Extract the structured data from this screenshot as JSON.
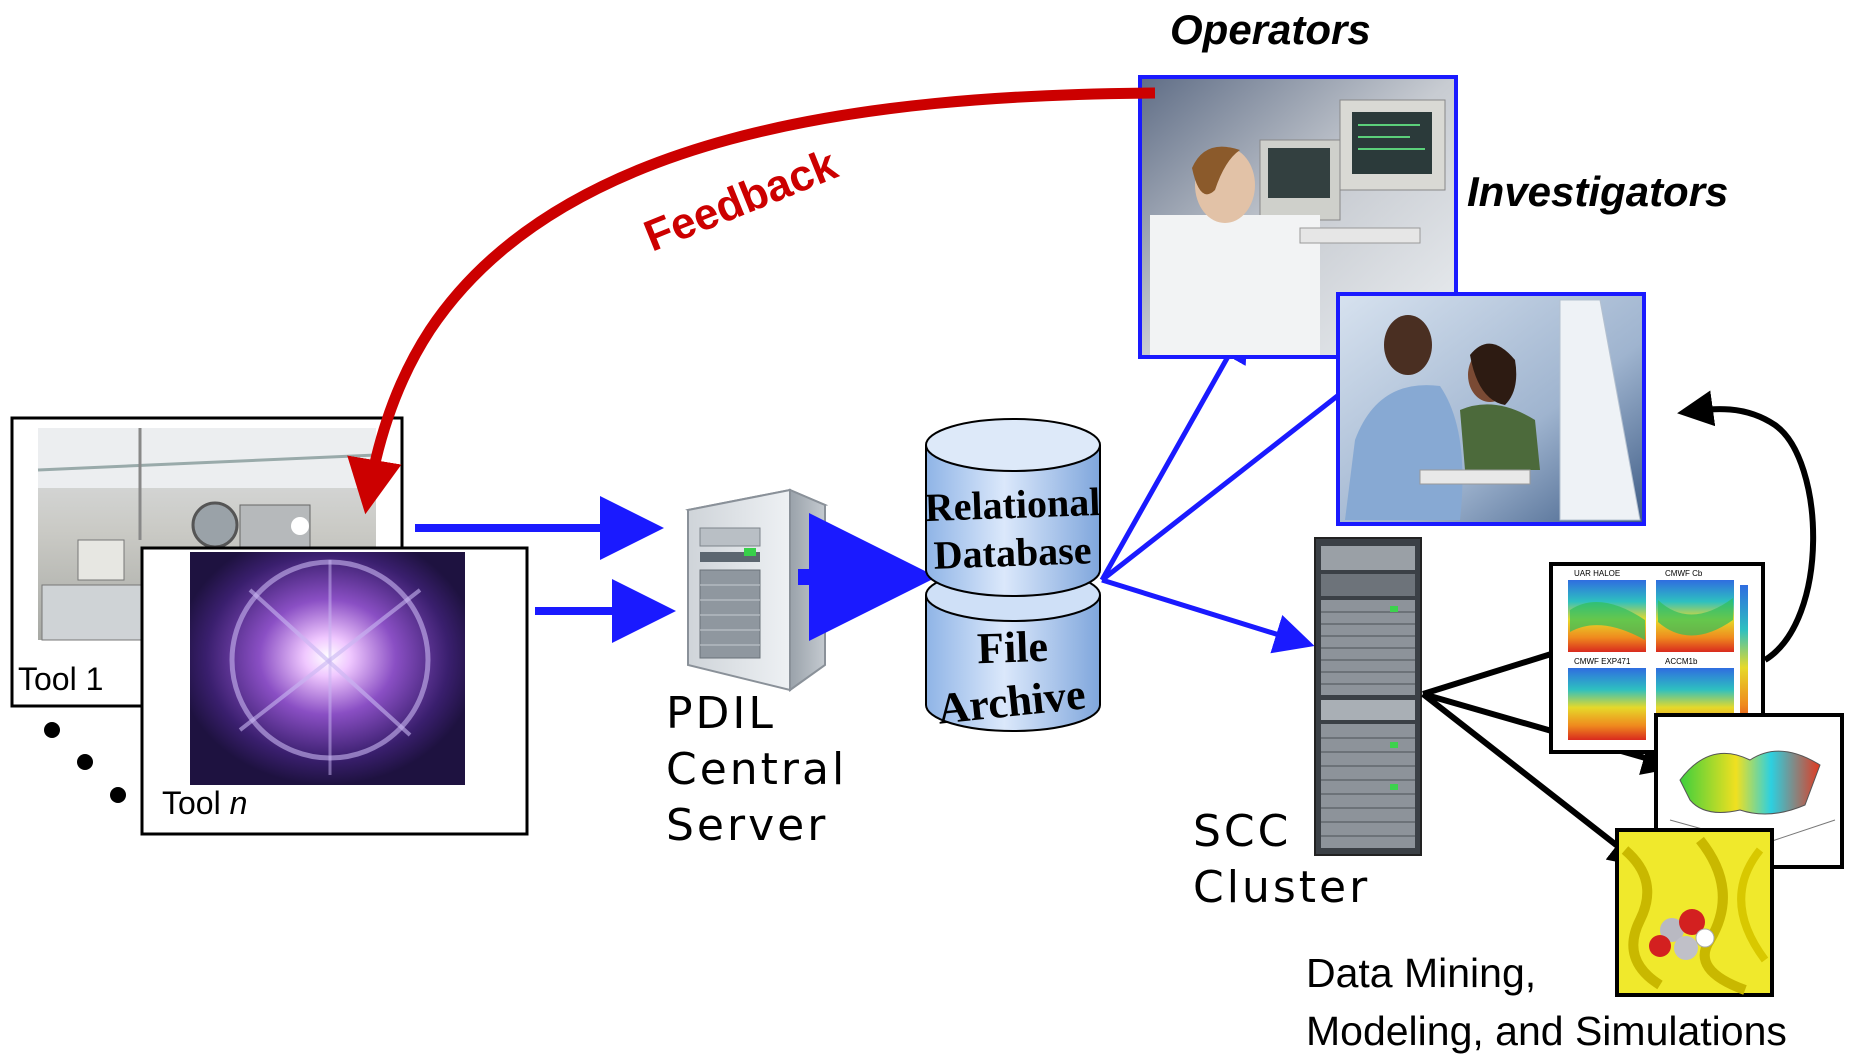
{
  "title": "",
  "labels": {
    "operators": "Operators",
    "investigators": "Investigators",
    "feedback": "Feedback",
    "tool1": "Tool 1",
    "tool_n_prefix": "Tool ",
    "tool_n_var": "n",
    "server_lines": [
      "PDIL",
      "Central",
      "Server"
    ],
    "db_line1": "Relational",
    "db_line2": "Database",
    "archive_line1": "File",
    "archive_line2": "Archive",
    "cluster_lines": [
      "SCC",
      "Cluster"
    ],
    "dm_line1": "Data Mining,",
    "dm_line2": "Modeling, and Simulations",
    "thumb1_titles": [
      "UAR HALOE",
      "CMWF Cb",
      "CMWF EXP471",
      "ACCM1b"
    ]
  },
  "colors": {
    "feedback": "#cc0000",
    "flow_arrows": "#1a1aff",
    "photo_border": "#1a1aff",
    "result_arrows": "#000000",
    "db_fill": "#b3cff2"
  },
  "icons": {
    "server": "tower-server-icon",
    "database": "cylinder-database-icon",
    "cluster": "rack-cluster-icon"
  }
}
